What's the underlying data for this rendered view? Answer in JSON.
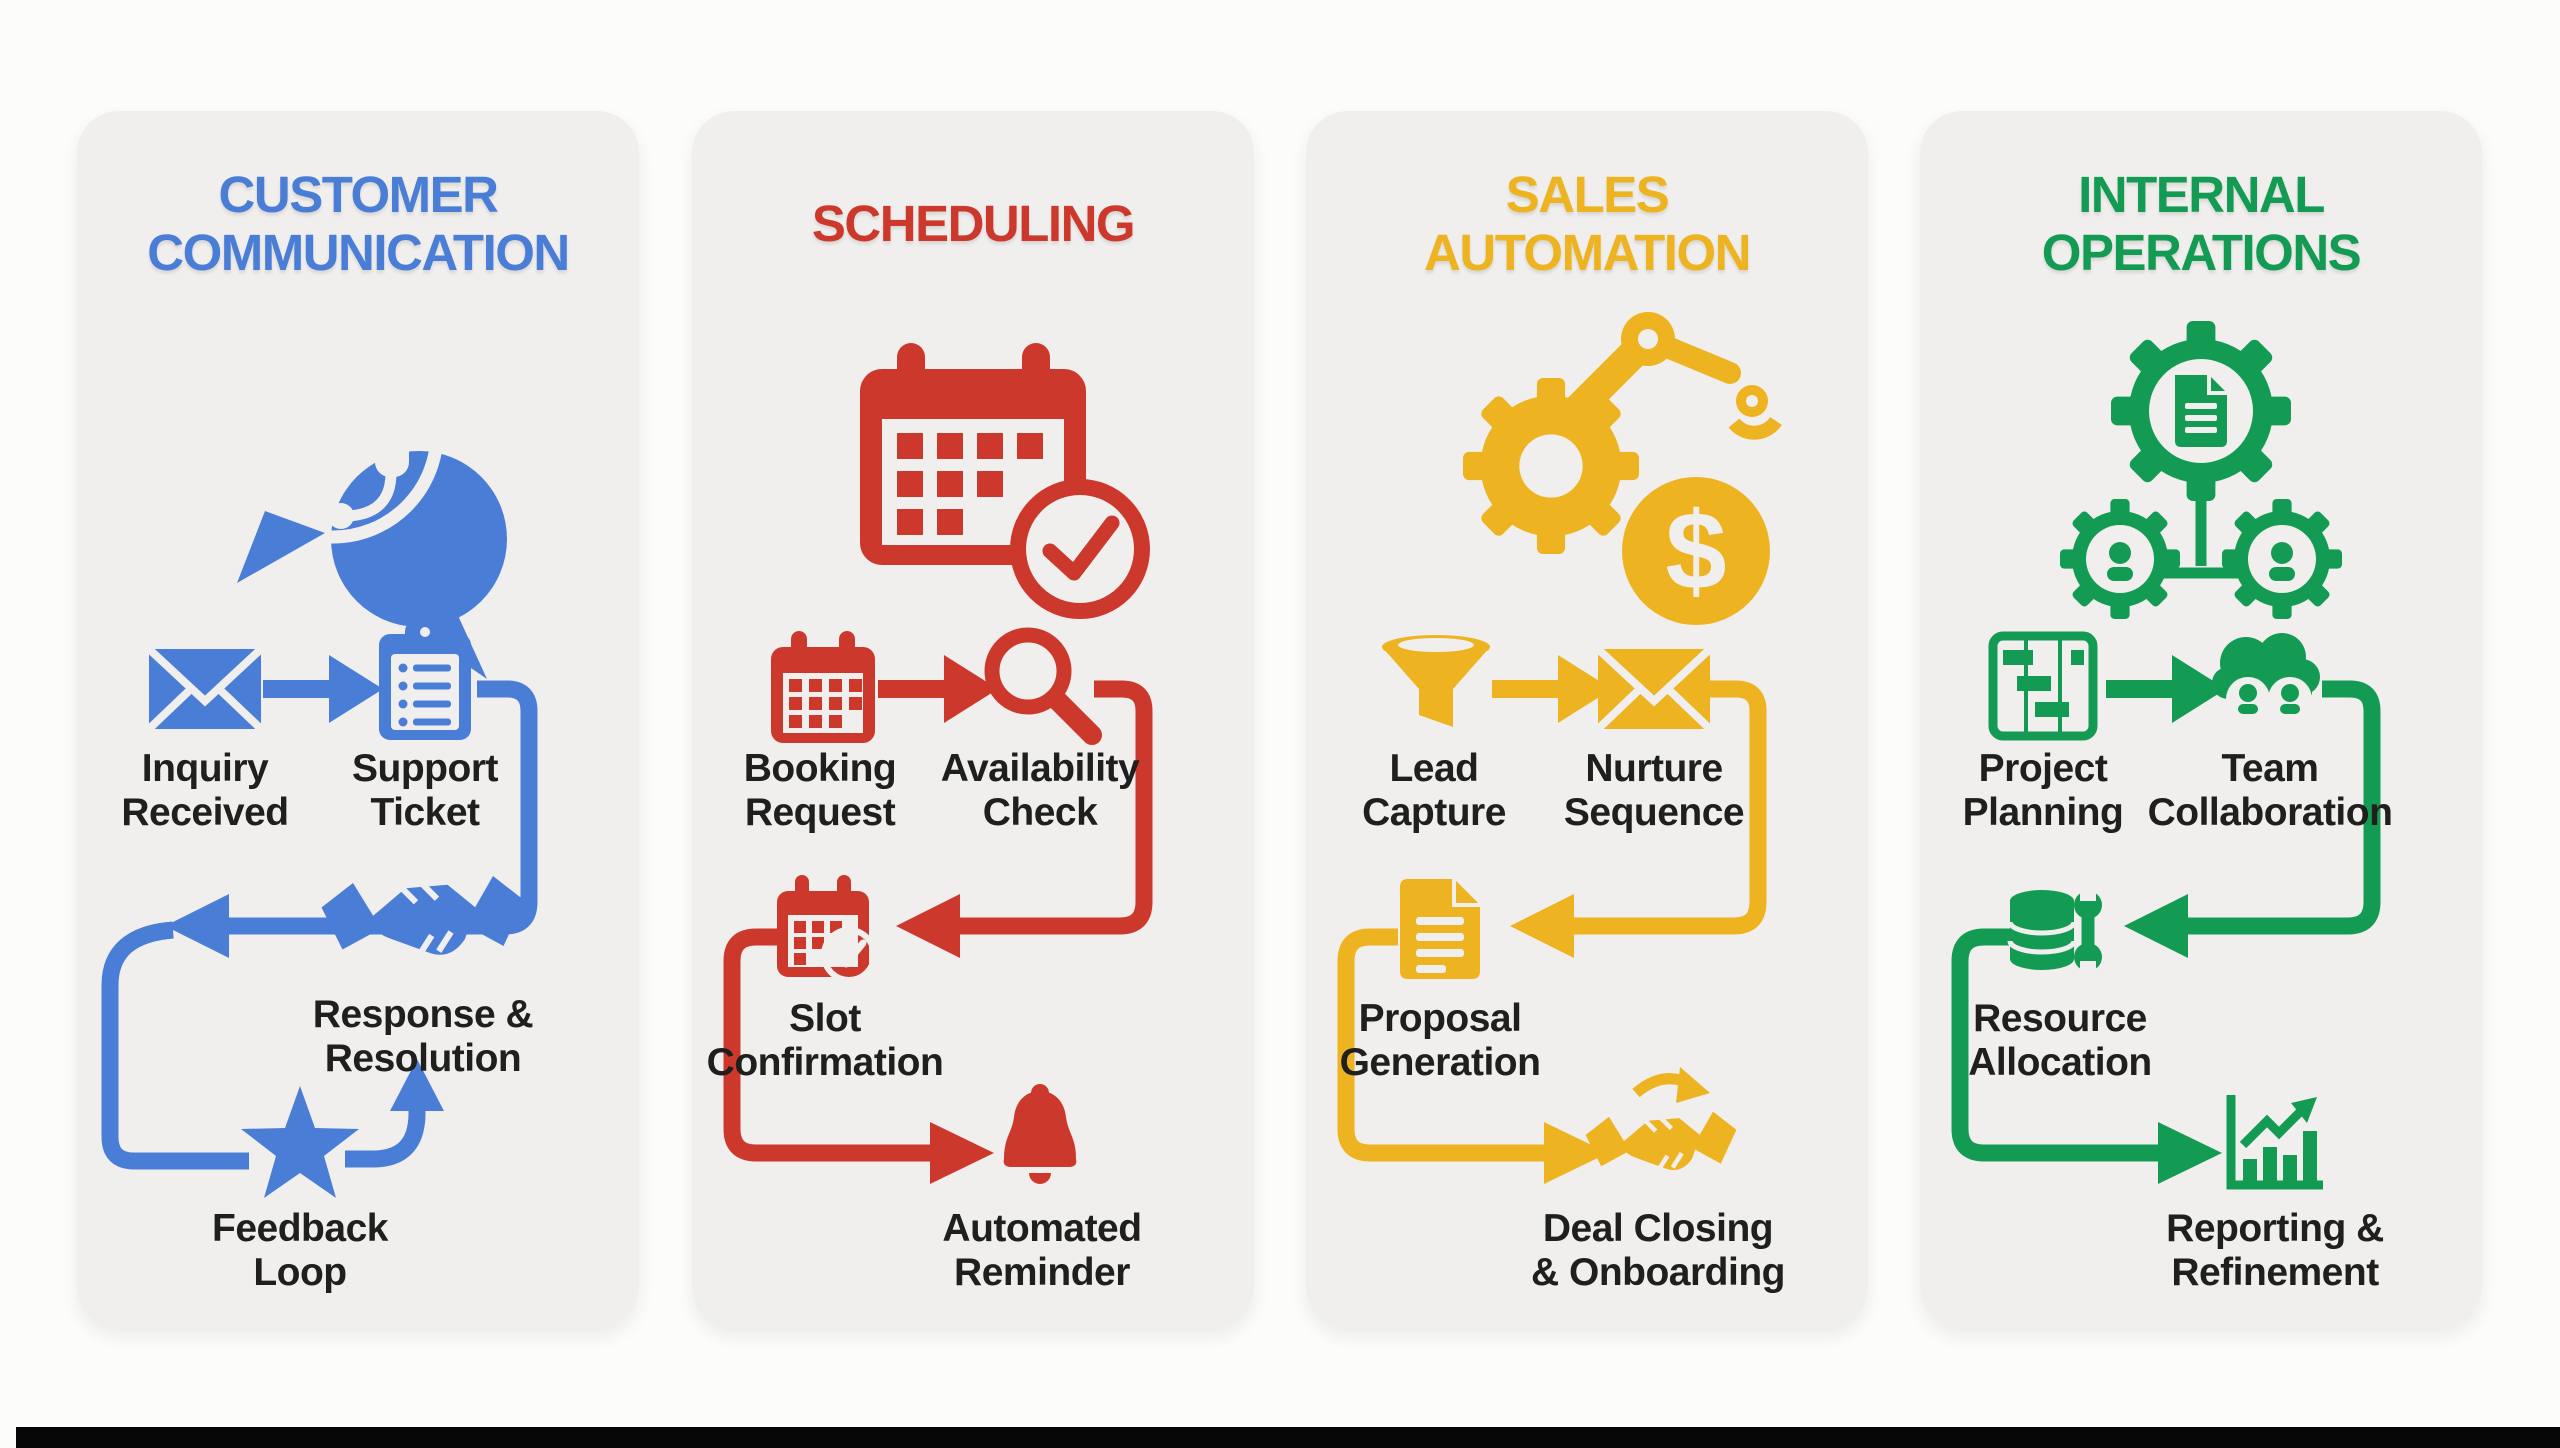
{
  "page": {
    "background": "#fcfcfa",
    "card_background": "#f0efed",
    "bottom_bar_color": "#060606",
    "label_color": "#1f1f1d"
  },
  "columns": [
    {
      "title": "CUSTOMER\nCOMMUNICATION",
      "color": "#4a7ed6",
      "hero_icon": "headset-chat-bubbles-icon",
      "nodes": [
        {
          "icon": "envelope-icon",
          "label": "Inquiry\nReceived"
        },
        {
          "icon": "support-ticket-clipboard-icon",
          "label": "Support\nTicket"
        },
        {
          "icon": "handshake-icon",
          "label": "Response &\nResolution"
        },
        {
          "icon": "star-icon",
          "label": "Feedback\nLoop"
        }
      ]
    },
    {
      "title": "SCHEDULING",
      "color": "#cc392c",
      "hero_icon": "calendar-clock-check-icon",
      "nodes": [
        {
          "icon": "calendar-icon",
          "label": "Booking\nRequest"
        },
        {
          "icon": "magnifier-icon",
          "label": "Availability\nCheck"
        },
        {
          "icon": "calendar-check-icon",
          "label": "Slot\nConfirmation"
        },
        {
          "icon": "bell-icon",
          "label": "Automated\nReminder"
        }
      ]
    },
    {
      "title": "SALES\nAUTOMATION",
      "color": "#edb320",
      "hero_icon": "gear-robot-arm-dollar-icon",
      "hero_symbol": "$",
      "nodes": [
        {
          "icon": "funnel-icon",
          "label": "Lead\nCapture"
        },
        {
          "icon": "envelope-icon",
          "label": "Nurture\nSequence"
        },
        {
          "icon": "document-icon",
          "label": "Proposal\nGeneration"
        },
        {
          "icon": "handshake-arrow-icon",
          "label": "Deal Closing\n& Onboarding"
        }
      ]
    },
    {
      "title": "INTERNAL\nOPERATIONS",
      "color": "#149b53",
      "hero_icon": "gears-document-people-icon",
      "nodes": [
        {
          "icon": "gantt-chart-icon",
          "label": "Project\nPlanning"
        },
        {
          "icon": "team-icon",
          "label": "Team\nCollaboration"
        },
        {
          "icon": "resources-wrench-icon",
          "label": "Resource\nAllocation"
        },
        {
          "icon": "report-chart-icon",
          "label": "Reporting &\nRefinement"
        }
      ]
    }
  ]
}
